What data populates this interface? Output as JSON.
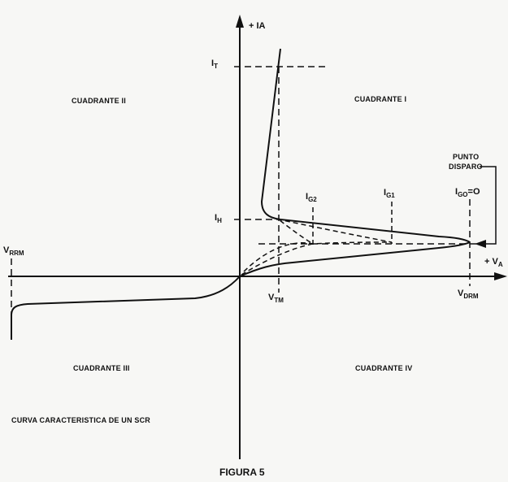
{
  "axes": {
    "y_label": "+ IA",
    "x_label": "+ V",
    "x_label_sub": "A"
  },
  "quadrants": {
    "q1": "CUADRANTE I",
    "q2": "CUADRANTE II",
    "q3": "CUADRANTE III",
    "q4": "CUADRANTE IV"
  },
  "symbols": {
    "it": {
      "main": "I",
      "sub": "T"
    },
    "ih": {
      "main": "I",
      "sub": "H"
    },
    "ig2": {
      "main": "I",
      "sub": "G2"
    },
    "ig1": {
      "main": "I",
      "sub": "G1"
    },
    "igo": {
      "main": "I",
      "sub": "GO",
      "suffix": "=O"
    },
    "vtm": {
      "main": "V",
      "sub": "TM"
    },
    "vdrm": {
      "main": "V",
      "sub": "DRM"
    },
    "vrrm": {
      "main": "V",
      "sub": "RRM"
    }
  },
  "punto_disparo": {
    "line1": "PUNTO",
    "line2": "DISPARO"
  },
  "caption": "CURVA CARACTERISTICA DE UN SCR",
  "figure_label": "FIGURA 5",
  "colors": {
    "ink": "#111111",
    "paper": "#f7f7f5"
  }
}
